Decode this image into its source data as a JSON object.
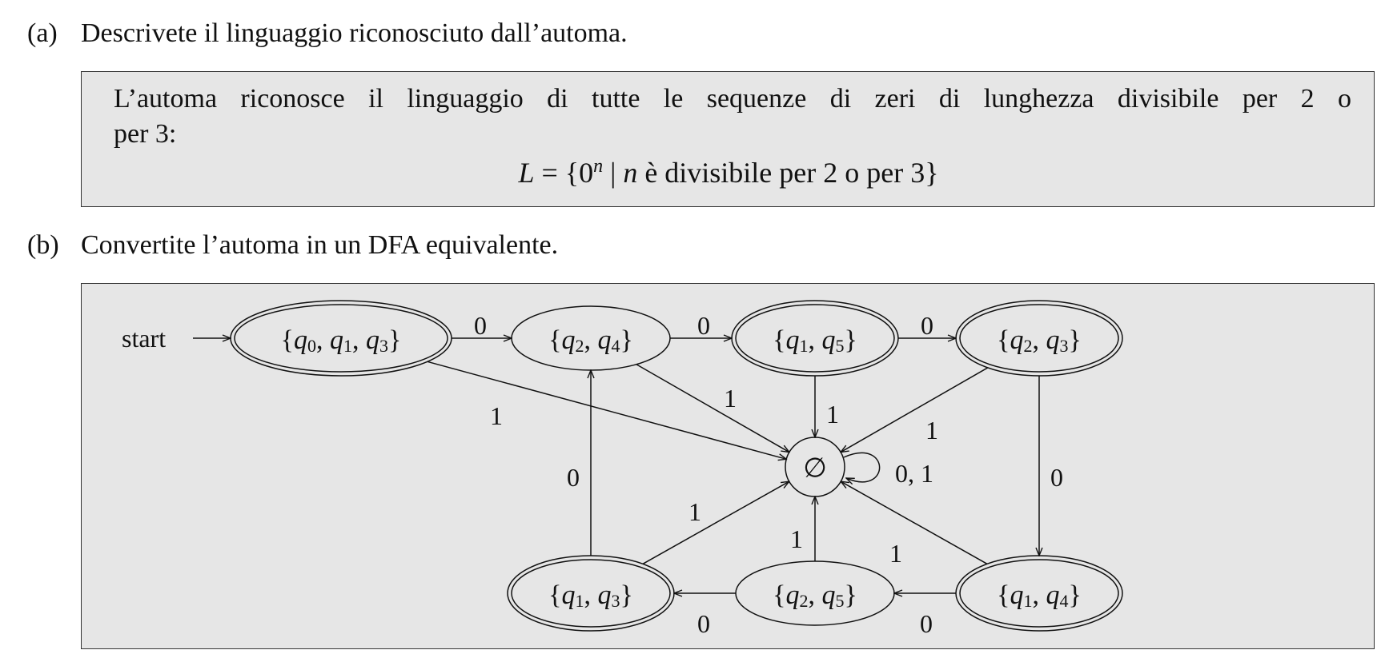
{
  "part_a": {
    "number": "(a)",
    "question": "Descrivete il linguaggio riconosciuto dall’automa.",
    "answer_line1": "L’automa riconosce il linguaggio di tutte le sequenze di zeri di lunghezza divisibile per 2 o",
    "answer_line2": "per 3:",
    "formula": {
      "lhs": "L",
      "eq": " = {0",
      "exp": "n",
      "bar": " | ",
      "var": "n",
      "rest": " è divisibile per 2 o per 3}"
    }
  },
  "part_b": {
    "number": "(b)",
    "question": "Convertite l’automa in un DFA equivalente.",
    "start_label": "start",
    "states": [
      {
        "id": "s013",
        "label": [
          "q",
          "0",
          "q",
          "1",
          "q",
          "3"
        ],
        "accepting": true,
        "start": true
      },
      {
        "id": "s24",
        "label": [
          "q",
          "2",
          "q",
          "4"
        ],
        "accepting": false
      },
      {
        "id": "s15",
        "label": [
          "q",
          "1",
          "q",
          "5"
        ],
        "accepting": true
      },
      {
        "id": "s23",
        "label": [
          "q",
          "2",
          "q",
          "3"
        ],
        "accepting": true
      },
      {
        "id": "empty",
        "label": "∅",
        "accepting": false
      },
      {
        "id": "s13",
        "label": [
          "q",
          "1",
          "q",
          "3"
        ],
        "accepting": true
      },
      {
        "id": "s25",
        "label": [
          "q",
          "2",
          "q",
          "5"
        ],
        "accepting": false
      },
      {
        "id": "s14",
        "label": [
          "q",
          "1",
          "q",
          "4"
        ],
        "accepting": true
      }
    ],
    "transitions": [
      {
        "from": "s013",
        "to": "s24",
        "label": "0"
      },
      {
        "from": "s24",
        "to": "s15",
        "label": "0"
      },
      {
        "from": "s15",
        "to": "s23",
        "label": "0"
      },
      {
        "from": "s23",
        "to": "s14",
        "label": "0"
      },
      {
        "from": "s14",
        "to": "s25",
        "label": "0"
      },
      {
        "from": "s25",
        "to": "s13",
        "label": "0"
      },
      {
        "from": "s13",
        "to": "s24",
        "label": "0"
      },
      {
        "from": "s013",
        "to": "empty",
        "label": "1"
      },
      {
        "from": "s24",
        "to": "empty",
        "label": "1"
      },
      {
        "from": "s15",
        "to": "empty",
        "label": "1"
      },
      {
        "from": "s23",
        "to": "empty",
        "label": "1"
      },
      {
        "from": "s13",
        "to": "empty",
        "label": "1"
      },
      {
        "from": "s25",
        "to": "empty",
        "label": "1"
      },
      {
        "from": "s14",
        "to": "empty",
        "label": "1"
      },
      {
        "from": "empty",
        "to": "empty",
        "label": "0, 1"
      }
    ]
  }
}
